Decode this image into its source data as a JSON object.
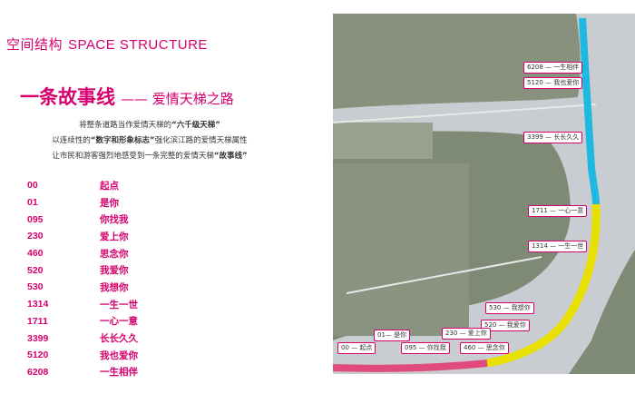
{
  "section": {
    "title_cn": "空间结构",
    "title_en": "SPACE STRUCTURE"
  },
  "headline": {
    "main": "一条故事线",
    "sub": "—— 爱情天梯之路"
  },
  "intro": {
    "line1_a": "将整条道路当作爱情天梯的",
    "line1_b": "“六千级天梯”",
    "line2_a": "以连续性的",
    "line2_b": "“数字和形象标志”",
    "line2_c": "强化滨江路的爱情天梯属性",
    "line3_a": "让市民和游客强烈地感受到一条完整的爱情天梯",
    "line3_b": "“故事线”"
  },
  "steps": [
    {
      "num": "00",
      "text": "起点"
    },
    {
      "num": "01",
      "text": "是你"
    },
    {
      "num": "095",
      "text": "你找我"
    },
    {
      "num": "230",
      "text": "爱上你"
    },
    {
      "num": "460",
      "text": "思念你"
    },
    {
      "num": "520",
      "text": "我爱你"
    },
    {
      "num": "530",
      "text": "我想你"
    },
    {
      "num": "1314",
      "text": "一生一世"
    },
    {
      "num": "1711",
      "text": "一心一意"
    },
    {
      "num": "3399",
      "text": "长长久久"
    },
    {
      "num": "5120",
      "text": "我也爱你"
    },
    {
      "num": "6208",
      "text": "一生相伴"
    }
  ],
  "map_callouts": [
    "6208 — 一生相伴",
    "5120 — 我也爱你",
    "3399 — 长长久久",
    "1711 — 一心一意",
    "1314 — 一生一世",
    "530 — 我想你",
    "520 — 我爱你",
    "230 — 爱上你",
    "460 — 思念你",
    "01— 是你",
    "095 — 你找我",
    "00 — 起点"
  ],
  "colors": {
    "accent": "#d6006e",
    "route_blue": "#1fb8e0",
    "route_yellow": "#e8e000",
    "route_pink": "#e04a7c",
    "water": "#c9ccd0",
    "land": "#7e8a76"
  }
}
